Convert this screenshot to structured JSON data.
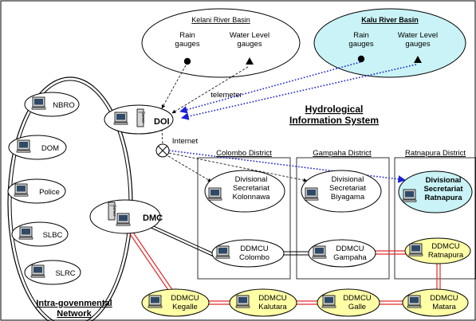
{
  "colors": {
    "kalu_fill": "#c9f3f6",
    "yellow_node": "#ffffa6",
    "red_link": "#e32b2b",
    "blue_dotted": "#1b21d6",
    "node_fill": "#ffffff"
  },
  "basins": {
    "kelani": {
      "title": "Kelani River Basin",
      "rain": "Rain gauges",
      "water": "Water Level gauges"
    },
    "kalu": {
      "title": "Kalu River Basin",
      "rain": "Rain gauges",
      "water": "Water Level gauges"
    }
  },
  "telemeter_label": "telemeter",
  "internet_label": "Internet",
  "his_title": [
    "Hydrological",
    "Information System"
  ],
  "network_title": [
    "Intra-govenmental",
    "Network"
  ],
  "server_label": "Server",
  "agencies": {
    "nbro": "NBRO",
    "dom": "DOM",
    "police": "Police",
    "slbc": "SLBC",
    "slrc": "SLRC"
  },
  "doi": "DOI",
  "dmc": "DMC",
  "districts": {
    "colombo": "Colombo District",
    "gampaha": "Gampaha District",
    "ratnapura": "Ratnapura District"
  },
  "secretariats": {
    "kolonnawa": [
      "Divisional",
      "Secretariat",
      "Kolonnawa"
    ],
    "biyagama": [
      "Divisional",
      "Secretariat",
      "Biyagama"
    ],
    "ratnapura": [
      "Divisional",
      "Secretariat",
      "Ratnapura"
    ]
  },
  "ddmcu": {
    "colombo": [
      "DDMCU",
      "Colombo"
    ],
    "gampaha": [
      "DDMCU",
      "Gampaha"
    ],
    "ratnapura": [
      "DDMCU",
      "Ratnapura"
    ],
    "kegalle": [
      "DDMCU",
      "Kegalle"
    ],
    "kalutara": [
      "DDMCU",
      "Kalutara"
    ],
    "galle": [
      "DDMCU",
      "Galle"
    ],
    "matara": [
      "DDMCU",
      "Matara"
    ]
  }
}
